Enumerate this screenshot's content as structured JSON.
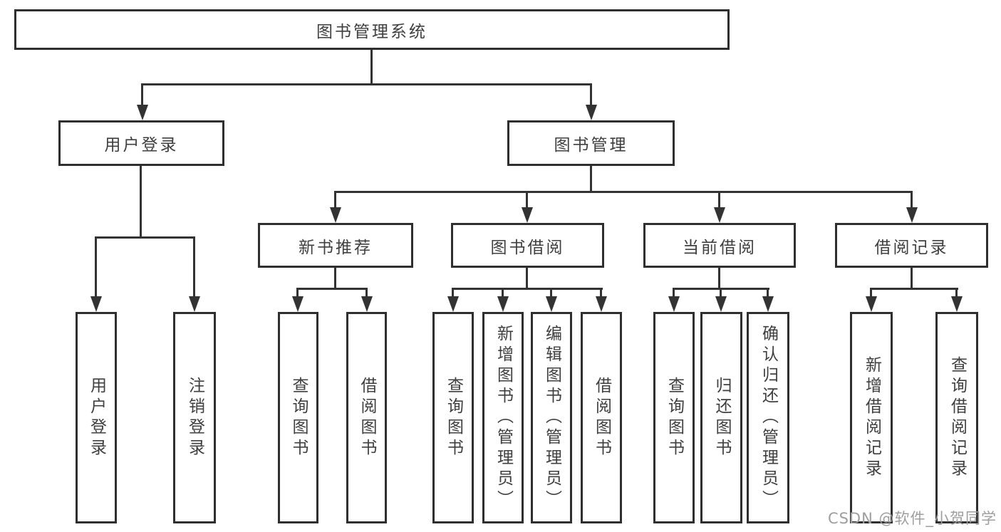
{
  "diagram": {
    "root": {
      "label": "图书管理系统"
    },
    "level2": {
      "user_login": {
        "label": "用户登录"
      },
      "book_mgmt": {
        "label": "图书管理"
      }
    },
    "level3": {
      "new_book_rec": {
        "label": "新书推荐"
      },
      "book_borrow": {
        "label": "图书借阅"
      },
      "current_borrow": {
        "label": "当前借阅"
      },
      "borrow_record": {
        "label": "借阅记录"
      }
    },
    "leaves": {
      "user_login_action": "用户登录",
      "logout_action": "注销登录",
      "query_book_rec": "查询图书",
      "borrow_book_rec": "借阅图书",
      "query_book_borrow": "查询图书",
      "add_book_admin": "新增图书（管理员）",
      "edit_book_admin": "编辑图书（管理员）",
      "borrow_book_borrow": "借阅图书",
      "query_book_current": "查询图书",
      "return_book": "归还图书",
      "confirm_return_admin": "确认归还（管理员）",
      "add_borrow_record": "新增借阅记录",
      "query_borrow_record": "查询借阅记录"
    },
    "colors": {
      "line": "#333333",
      "border": "#2f2f2f",
      "text": "#3f3f3f",
      "watermark": "#9e9e9e"
    }
  },
  "watermark": {
    "text": "CSDN @软件_小贺同学"
  }
}
